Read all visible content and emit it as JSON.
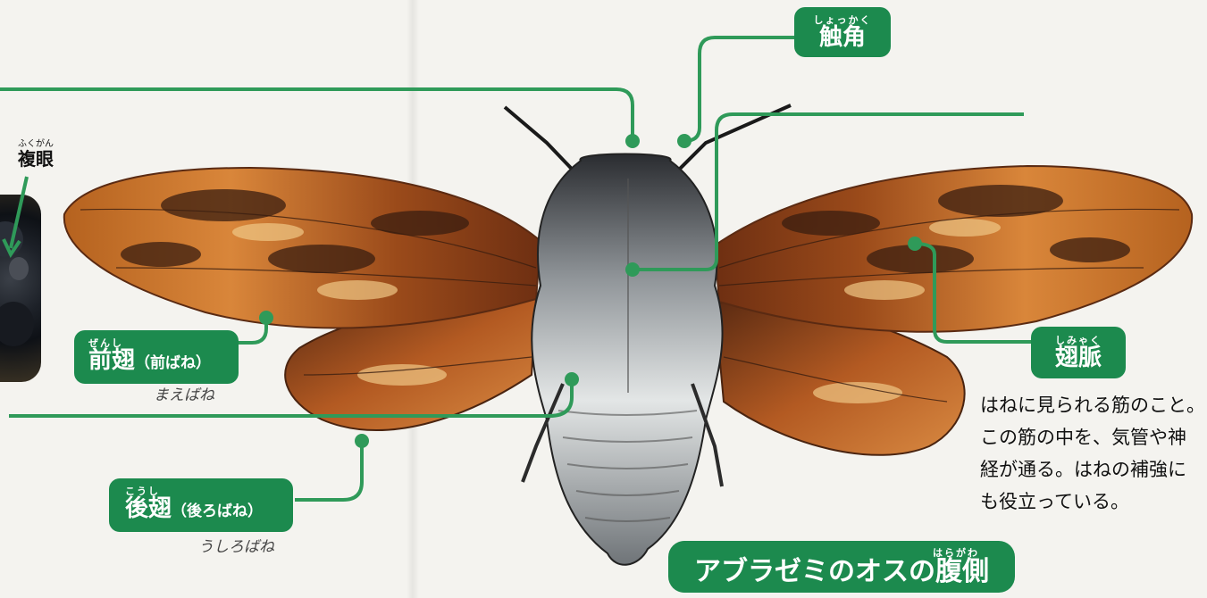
{
  "labels": {
    "antenna": {
      "ruby": "しょっかく",
      "text": "触角"
    },
    "wing_vein": {
      "ruby": "しみゃく",
      "text": "翅脈"
    },
    "forewing": {
      "ruby": "ぜんし",
      "text": "前翅",
      "paren": "（前ばね）"
    },
    "hindwing": {
      "ruby": "こうし",
      "text": "後翅",
      "paren": "（後ろばね）"
    },
    "compound_eye": {
      "ruby": "ふくがん",
      "text": "複眼"
    },
    "title": {
      "ruby": "はらがわ",
      "text": "アブラゼミのオスの腹側"
    }
  },
  "description": {
    "lines": [
      "はねに見られる筋のこと。",
      "この筋の中を、気管や神",
      "経が通る。はねの補強に",
      "も役立っている。"
    ]
  },
  "handwriting": {
    "forewing_note": "まえばね",
    "hindwing_note": "うしろばね"
  },
  "colors": {
    "label_green": "#1c8a4e",
    "leader_line": "#2f9a59",
    "wing_orange": "#c8652a",
    "wing_dark": "#3a1e10",
    "body_white": "#d9dcdc",
    "background": "#f4f3ef"
  }
}
